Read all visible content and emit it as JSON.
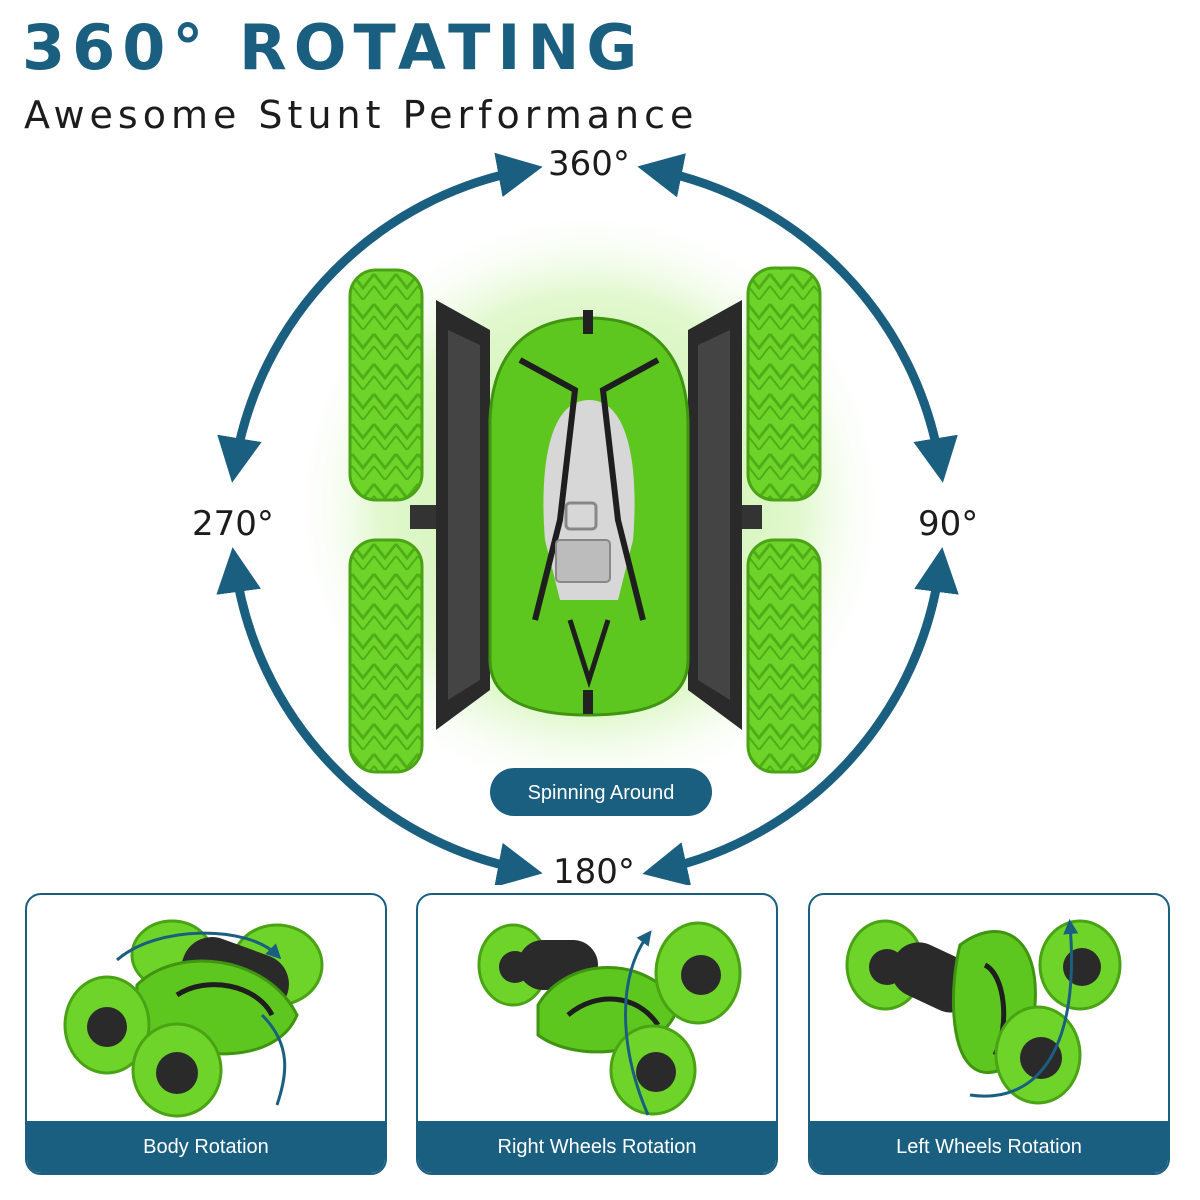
{
  "heading": {
    "title": "360° ROTATING",
    "subtitle": "Awesome Stunt Performance"
  },
  "diagram": {
    "top_label": "360°",
    "right_label": "90°",
    "bottom_label": "180°",
    "left_label": "270°",
    "center_badge": "Spinning Around"
  },
  "panels": [
    {
      "label": "Body Rotation"
    },
    {
      "label": "Right Wheels Rotation"
    },
    {
      "label": "Left Wheels Rotation"
    }
  ],
  "colors": {
    "accent": "#1a5f80",
    "tire_green": "#6fd42a",
    "body_green": "#5ec71f",
    "glow_green": "#b8ec8c",
    "chassis_black": "#2a2a2a"
  }
}
